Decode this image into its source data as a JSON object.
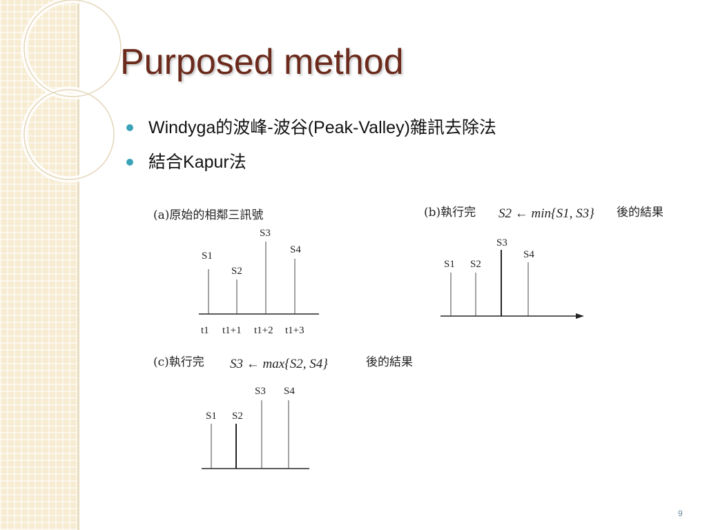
{
  "title": "Purposed method",
  "bullets": [
    {
      "latin": "Windyga",
      "cjk1": "的波峰-波谷",
      "latin2": "(Peak-Valley)",
      "cjk2": "雜訊去除法"
    },
    {
      "latin": "",
      "cjk1": "結合",
      "latin2": "Kapur",
      "cjk2": "法"
    }
  ],
  "figure": {
    "panel_a": {
      "label": "(a)原始的相鄰三訊號",
      "signals": [
        "S1",
        "S2",
        "S3",
        "S4"
      ],
      "ticks": [
        "t1",
        "t1+1",
        "t1+2",
        "t1+3"
      ]
    },
    "panel_b": {
      "label_prefix": "(b)執行完",
      "formula": "S2 ← min{S1, S3}",
      "label_suffix": "後的結果",
      "signals": [
        "S1",
        "S2",
        "S3",
        "S4"
      ]
    },
    "panel_c": {
      "label_prefix": "(c)執行完",
      "formula": "S3 ← max{S2, S4}",
      "label_suffix": "後的結果",
      "signals": [
        "S1",
        "S2",
        "S3",
        "S4"
      ]
    }
  },
  "page_number": "9",
  "colors": {
    "title": "#6b2a1b",
    "bullet": "#3ba3b8",
    "band": "#f7ecd2"
  }
}
